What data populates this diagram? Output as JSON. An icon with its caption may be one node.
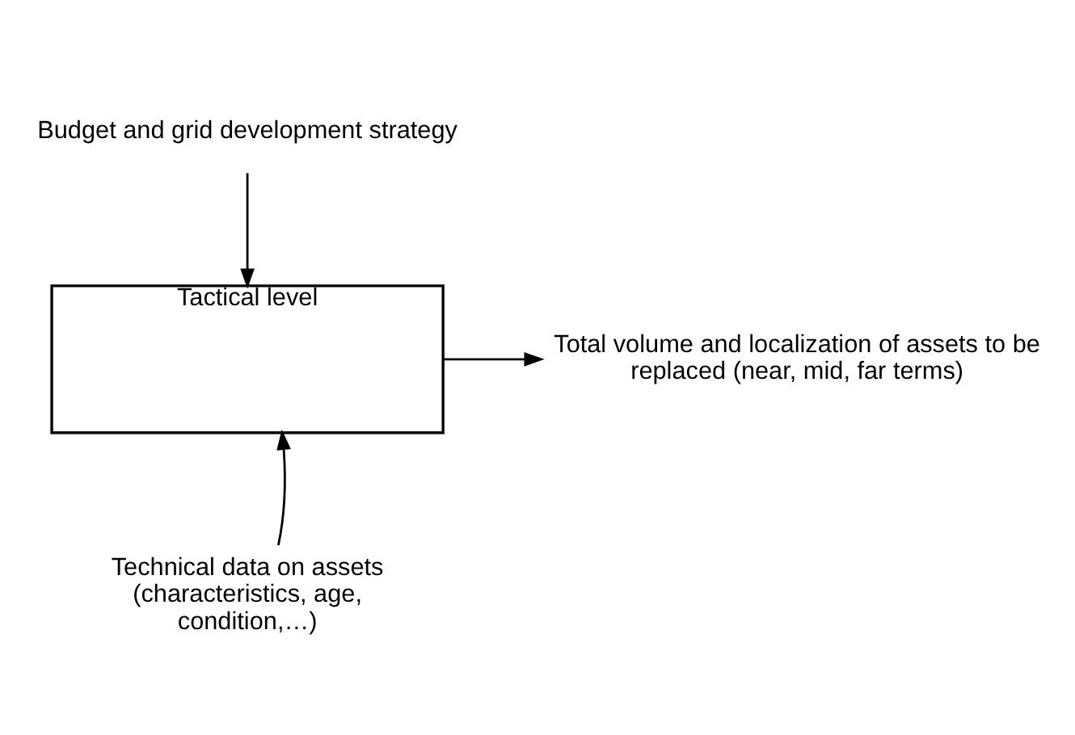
{
  "diagram": {
    "nodes": [
      {
        "text": [
          "Tactical level"
        ]
      },
      {
        "text": [
          "Budget and grid development strategy"
        ]
      },
      {
        "text": [
          "Technical data on assets (characteristics, age, condition,…)"
        ]
      },
      {
        "text": [
          "Total volume and localization of assets to be replaced (near, mid, far terms)"
        ]
      }
    ],
    "edges": [
      {
        "from": 1,
        "to": 0,
        "arrow": "to"
      },
      {
        "from": 2,
        "to": 0,
        "arrow": "to"
      },
      {
        "from": 0,
        "to": 3,
        "arrow": "to"
      }
    ]
  }
}
